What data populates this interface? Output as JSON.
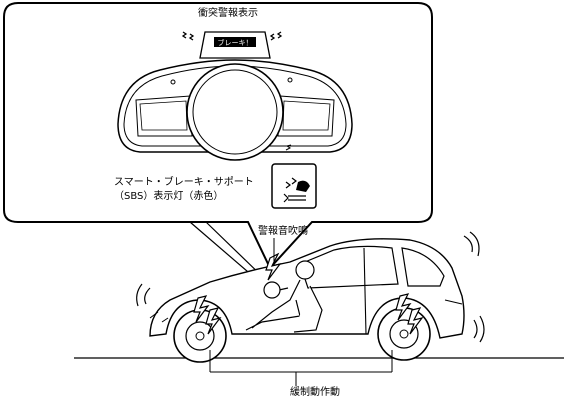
{
  "labels": {
    "collision_warning_display": "衝突警報表示",
    "brake_indicator": "ブレーキ！",
    "sbs_indicator_line1": "スマート・ブレーキ・サポート",
    "sbs_indicator_line2": "（SBS）表示灯（赤色）",
    "warning_sound": "警報音吹鳴",
    "gentle_braking": "緩制動作動"
  },
  "colors": {
    "line": "#000000",
    "background": "#ffffff",
    "indicator_fill": "#000000",
    "indicator_text": "#ffffff"
  }
}
